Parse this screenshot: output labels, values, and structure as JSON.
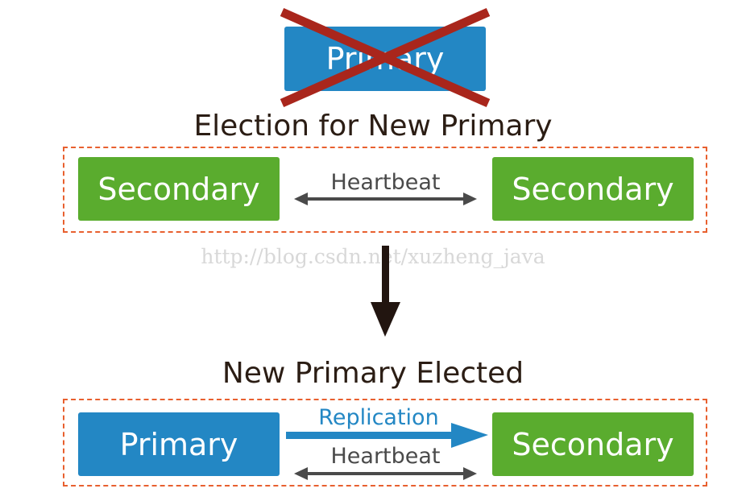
{
  "old_primary": {
    "label": "Primary",
    "status": "failed"
  },
  "election": {
    "title": "Election for New Primary",
    "left": "Secondary",
    "right": "Secondary",
    "link": "Heartbeat"
  },
  "watermark": "http://blog.csdn.net/xuzheng_java",
  "result": {
    "title": "New Primary Elected",
    "left": "Primary",
    "right": "Secondary",
    "link_top": "Replication",
    "link_bottom": "Heartbeat"
  },
  "colors": {
    "primary": "#2387c4",
    "secondary": "#5aac2e",
    "cross": "#a9261c",
    "border": "#e8602f",
    "text": "#2b1d14"
  }
}
